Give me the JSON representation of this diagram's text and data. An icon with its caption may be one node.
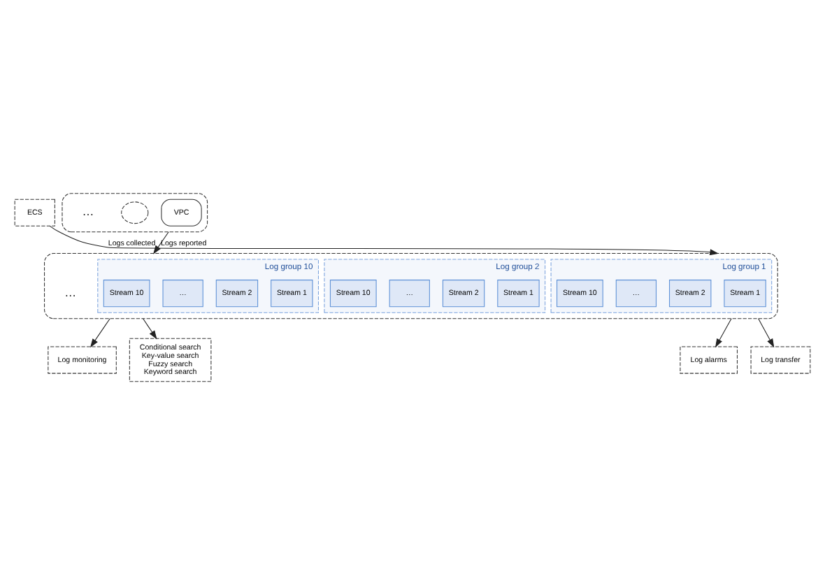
{
  "diagram": {
    "nodes": [
      {
        "text": [
          "ECS"
        ]
      },
      {
        "text": [],
        "shape": "box"
      },
      {
        "text": [
          "VPC"
        ],
        "in": 1
      },
      {
        "text": [],
        "shape": "cloud",
        "in": 1
      },
      {
        "text": [
          "…"
        ],
        "in": 1
      },
      {
        "text": [],
        "shape": "box"
      },
      {
        "text": [
          "Log group 1"
        ],
        "in": 5
      },
      {
        "text": [
          "Stream 1"
        ],
        "in": 6
      },
      {
        "text": [
          "Stream 2"
        ],
        "in": 6
      },
      {
        "text": [
          "…"
        ],
        "in": 6
      },
      {
        "text": [
          "Stream 10"
        ],
        "in": 6
      },
      {
        "text": [
          "Log group 2"
        ],
        "in": 5
      },
      {
        "text": [
          "Stream 1"
        ],
        "in": 11
      },
      {
        "text": [
          "Stream 2"
        ],
        "in": 11
      },
      {
        "text": [
          "…"
        ],
        "in": 11
      },
      {
        "text": [
          "Stream 10"
        ],
        "in": 11
      },
      {
        "text": [
          "…"
        ],
        "in": 5
      },
      {
        "text": [
          "Log group 10"
        ],
        "in": 5
      },
      {
        "text": [
          "Stream 1"
        ],
        "in": 17
      },
      {
        "text": [
          "Stream 2"
        ],
        "in": 17
      },
      {
        "text": [
          "…"
        ],
        "in": 17
      },
      {
        "text": [
          "Stream 10"
        ],
        "in": 17
      },
      {
        "text": [
          "Log alarms"
        ]
      },
      {
        "text": [
          "Log monitoring"
        ]
      },
      {
        "text": [
          "Log transfer"
        ]
      },
      {
        "text": [
          "Conditional search",
          "Key-value search",
          "Fuzzy search",
          "Keyword search"
        ]
      }
    ],
    "edges": [
      {
        "from": 0,
        "to": 5,
        "arrow": "to",
        "label": "Logs collected"
      },
      {
        "from": 1,
        "to": 5,
        "arrow": "to",
        "label": "Logs reported"
      },
      {
        "from": 5,
        "to": 22,
        "arrow": "to"
      },
      {
        "from": 5,
        "to": 23,
        "arrow": "to"
      },
      {
        "from": 5,
        "to": 24,
        "arrow": "to"
      },
      {
        "from": 5,
        "to": 25,
        "arrow": "to"
      }
    ]
  }
}
